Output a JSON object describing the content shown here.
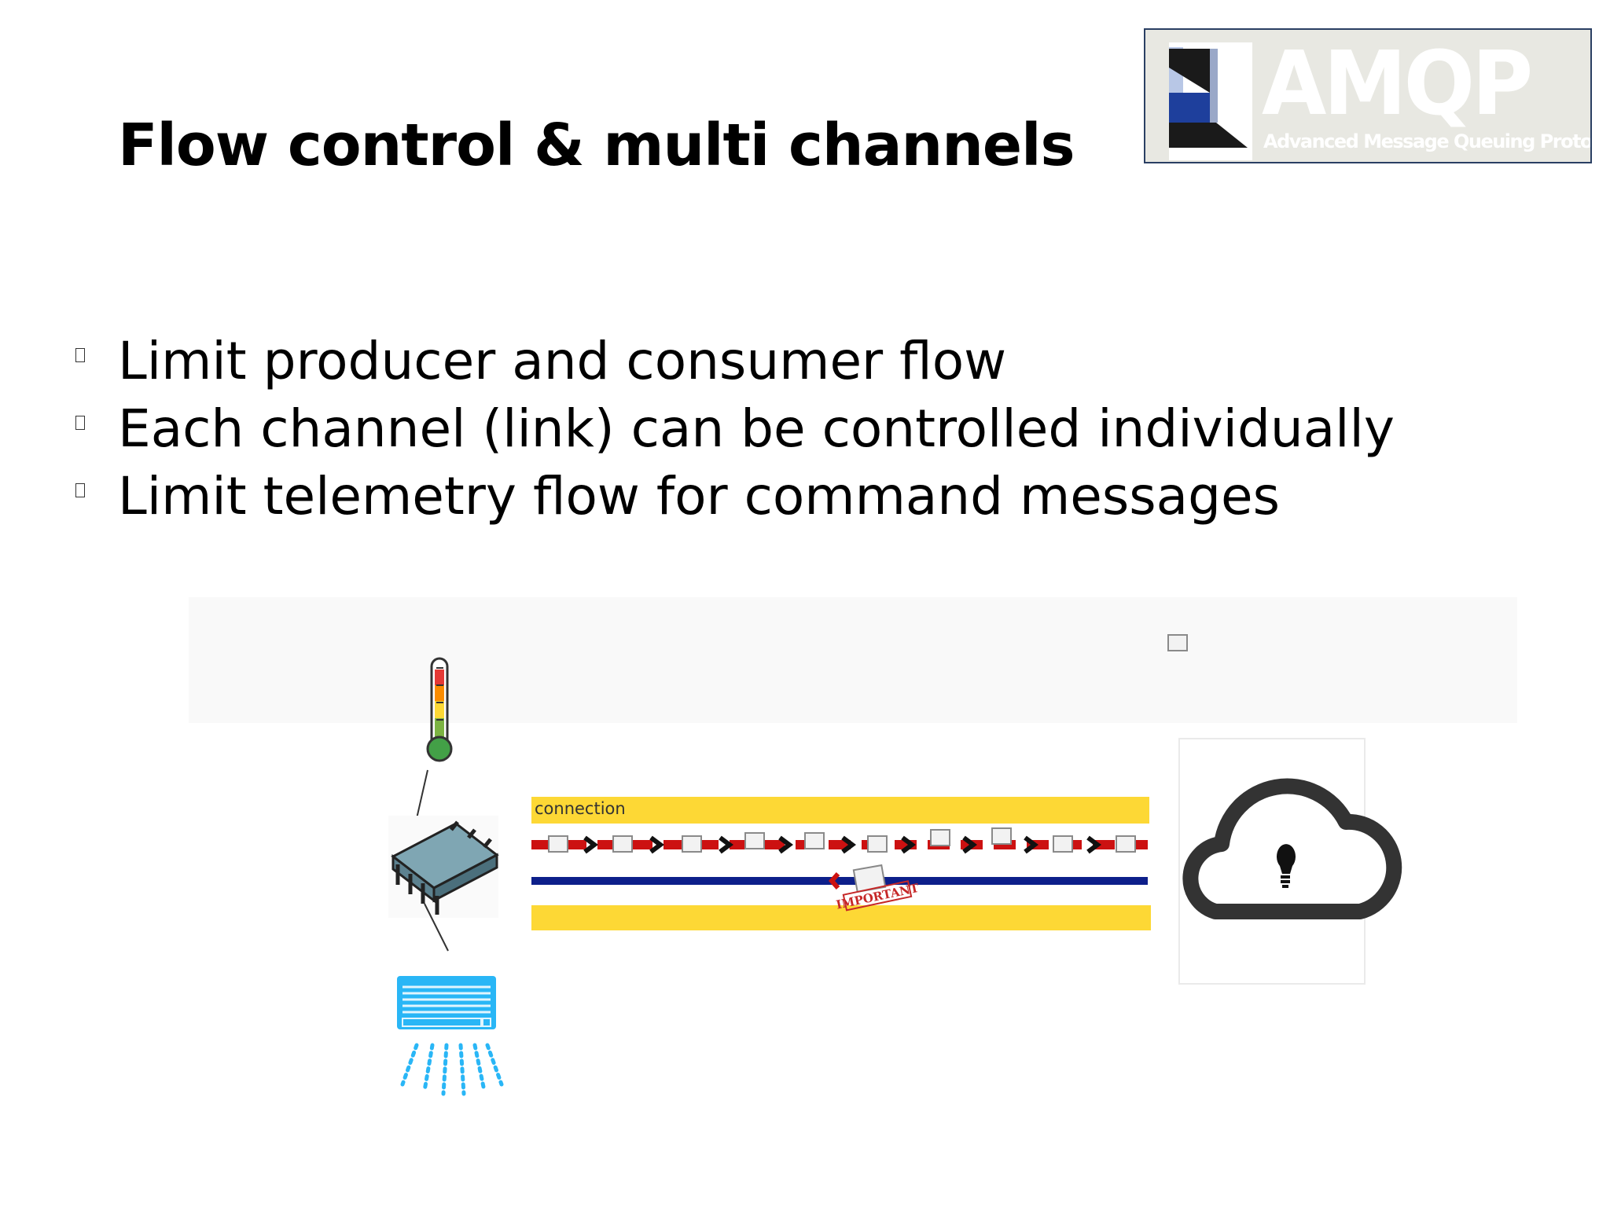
{
  "slide": {
    "title": "Flow control & multi channels",
    "bullets": [
      "Limit producer and consumer flow",
      "Each channel (link) can be controlled individually",
      "Limit telemetry flow for command messages"
    ]
  },
  "logo": {
    "name": "AMQP",
    "subtitle": "Advanced Message Queuing Protocol"
  },
  "diagram": {
    "connection_label": "connection",
    "important_stamp": "IMPORTANT",
    "icons": [
      "thermometer-icon",
      "chip-icon",
      "air-conditioner-icon",
      "cloud-icon",
      "envelope-icon"
    ]
  },
  "colors": {
    "connection_band": "#fdd835",
    "telemetry_line": "#cc1111",
    "command_line": "#0d1f8a",
    "stamp": "#c62828",
    "ac_unit": "#29b6f6",
    "chip": "#7fa6b3"
  }
}
